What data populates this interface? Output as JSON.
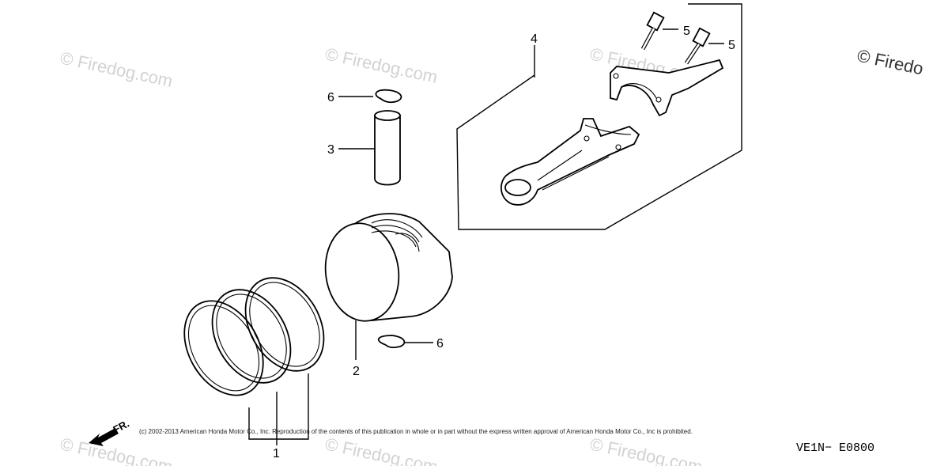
{
  "watermarks": {
    "text": "© Firedog.com",
    "corner_text": "© Firedo"
  },
  "callouts": {
    "piston_ring_set": "1",
    "piston": "2",
    "piston_pin": "3",
    "connecting_rod_set": "4",
    "rod_bolt_a": "5",
    "rod_bolt_b": "5",
    "pin_clip_upper": "6",
    "pin_clip_lower": "6"
  },
  "copyright": "(c) 2002-2013 American Honda Motor Co., Inc. Reproduction of the contents of this publication in whole or in part without the express written approval of American Honda Motor Co., Inc is prohibited.",
  "diagram_code": "VE1N− E0800",
  "front_marker": "FR."
}
